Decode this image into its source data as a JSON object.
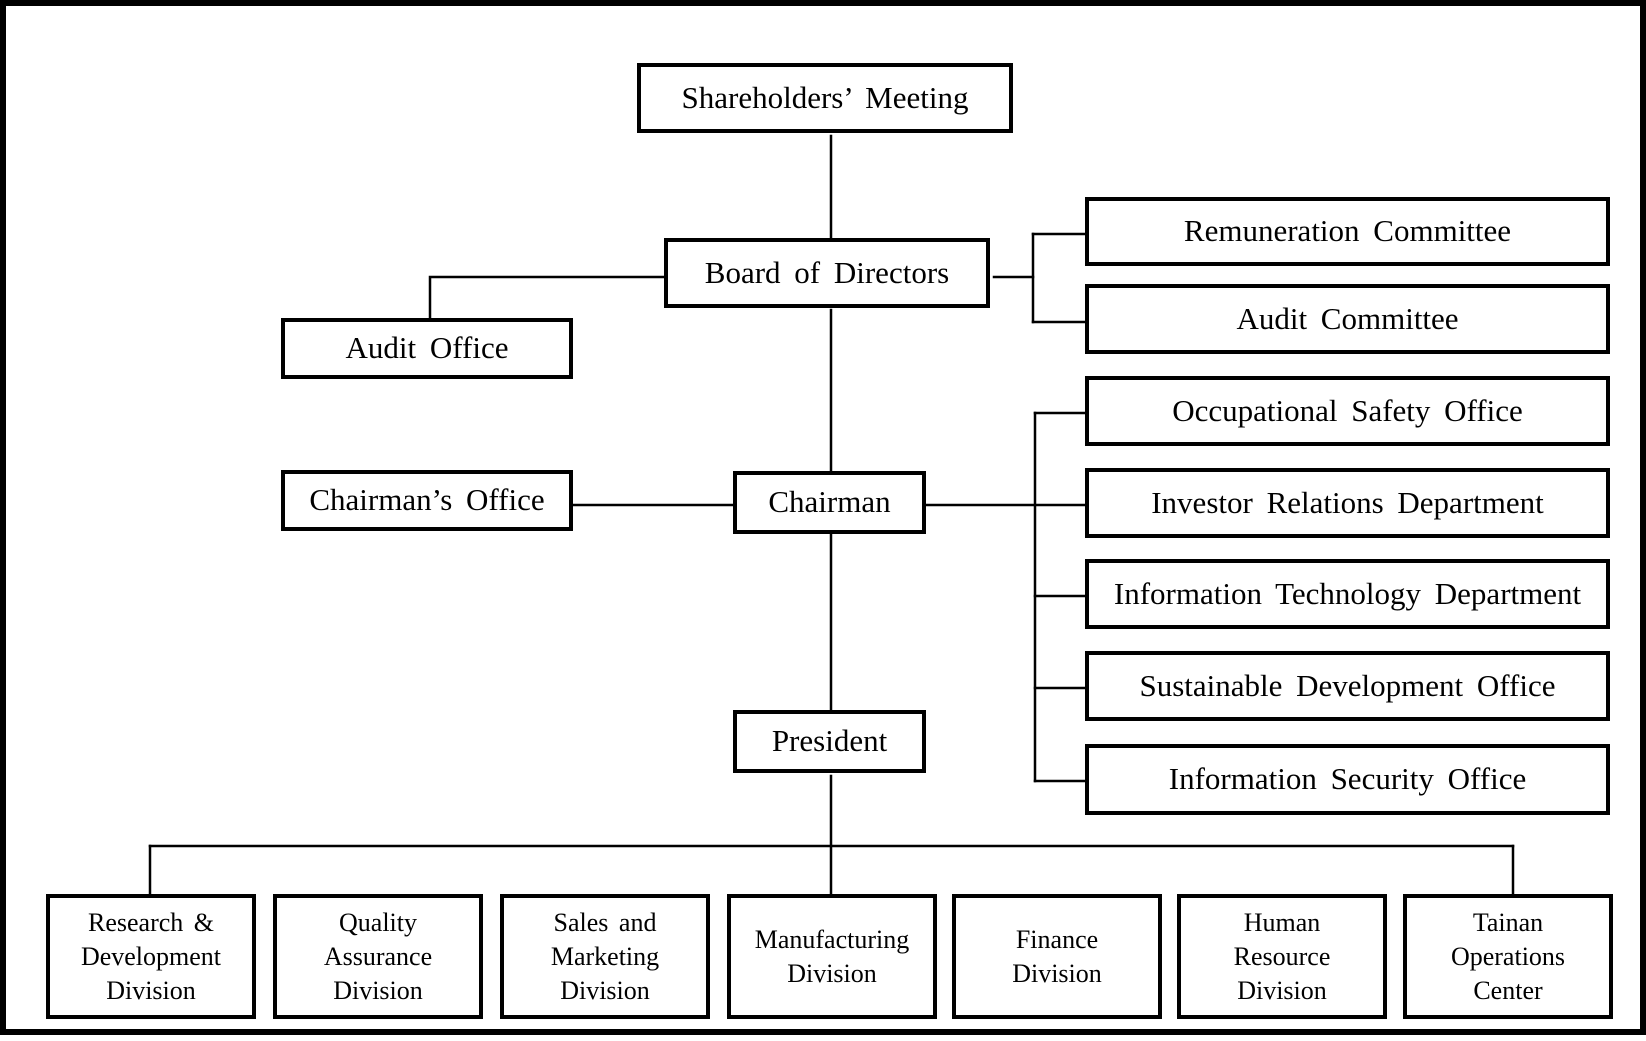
{
  "top": {
    "shareholders": "Shareholders’ Meeting",
    "board": "Board of Directors",
    "audit_office": "Audit Office",
    "chairmans_office": "Chairman’s Office",
    "chairman": "Chairman",
    "president": "President"
  },
  "committees": {
    "remuneration": "Remuneration Committee",
    "audit": "Audit Committee"
  },
  "chairman_units": {
    "occupational_safety": "Occupational Safety Office",
    "investor_relations": "Investor Relations Department",
    "information_technology": "Information Technology Department",
    "sustainable_development": "Sustainable Development Office",
    "information_security": "Information Security Office"
  },
  "divisions": {
    "rnd": [
      "Research &",
      "Development",
      "Division"
    ],
    "quality": [
      "Quality",
      "Assurance",
      "Division"
    ],
    "sales": [
      "Sales and",
      "Marketing",
      "Division"
    ],
    "manufacturing": [
      "Manufacturing",
      "Division"
    ],
    "finance": [
      "Finance",
      "Division"
    ],
    "hr": [
      "Human",
      "Resource",
      "Division"
    ],
    "tainan": [
      "Tainan",
      "Operations",
      "Center"
    ]
  }
}
